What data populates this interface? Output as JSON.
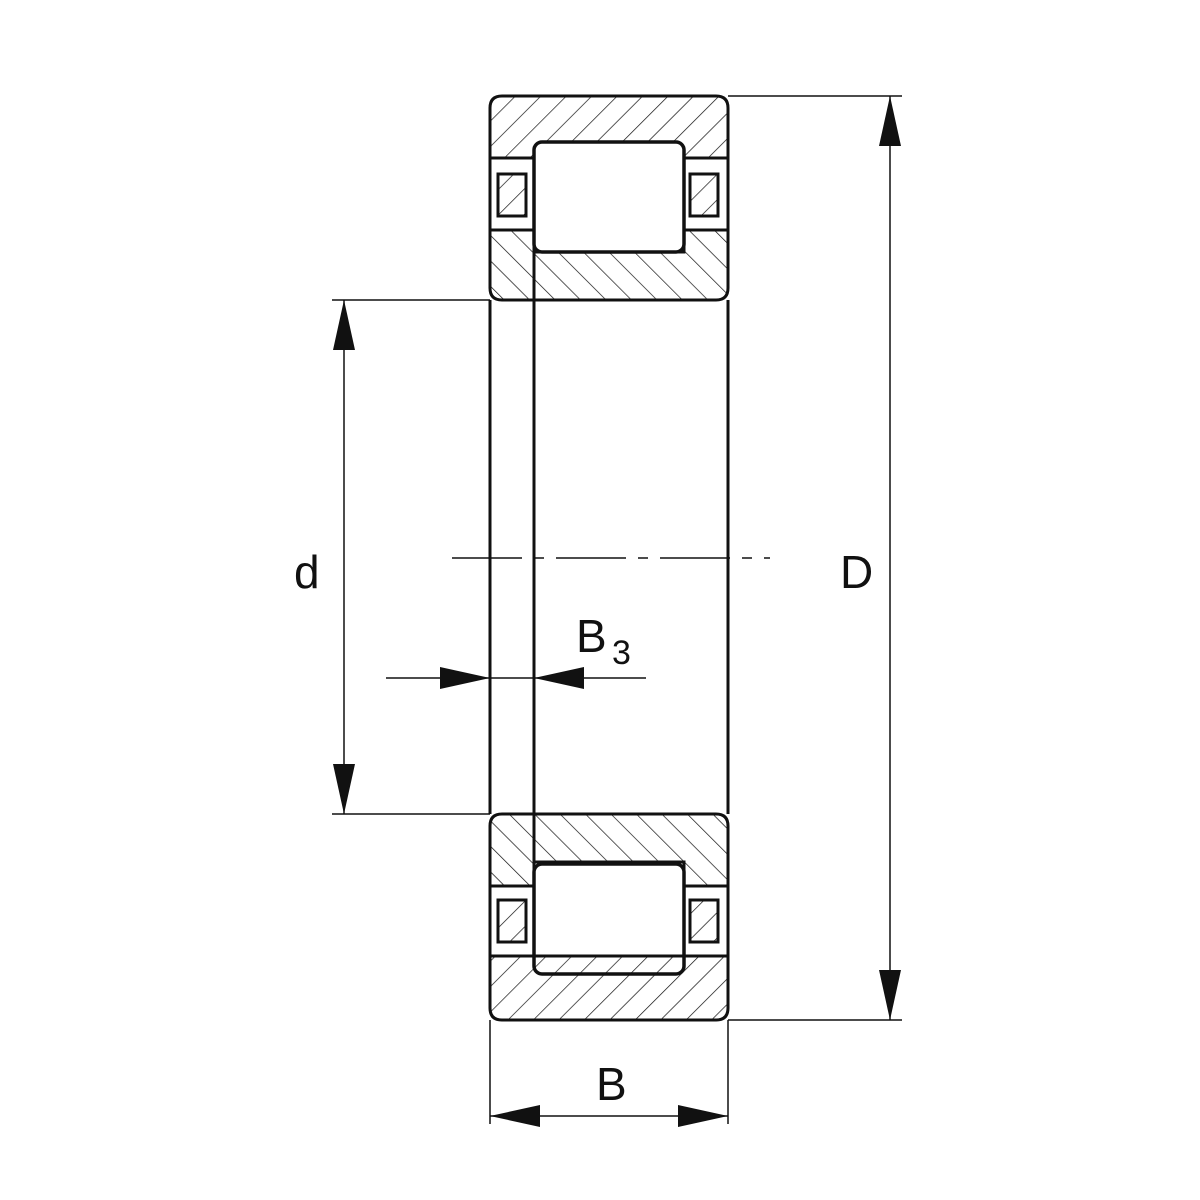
{
  "drawing": {
    "labels": {
      "bore_diameter": "d",
      "outer_diameter": "D",
      "width": "B",
      "inner_ring_width_base": "B",
      "inner_ring_width_subscript": "3"
    },
    "colors": {
      "line": "#111111",
      "background": "#ffffff"
    }
  }
}
